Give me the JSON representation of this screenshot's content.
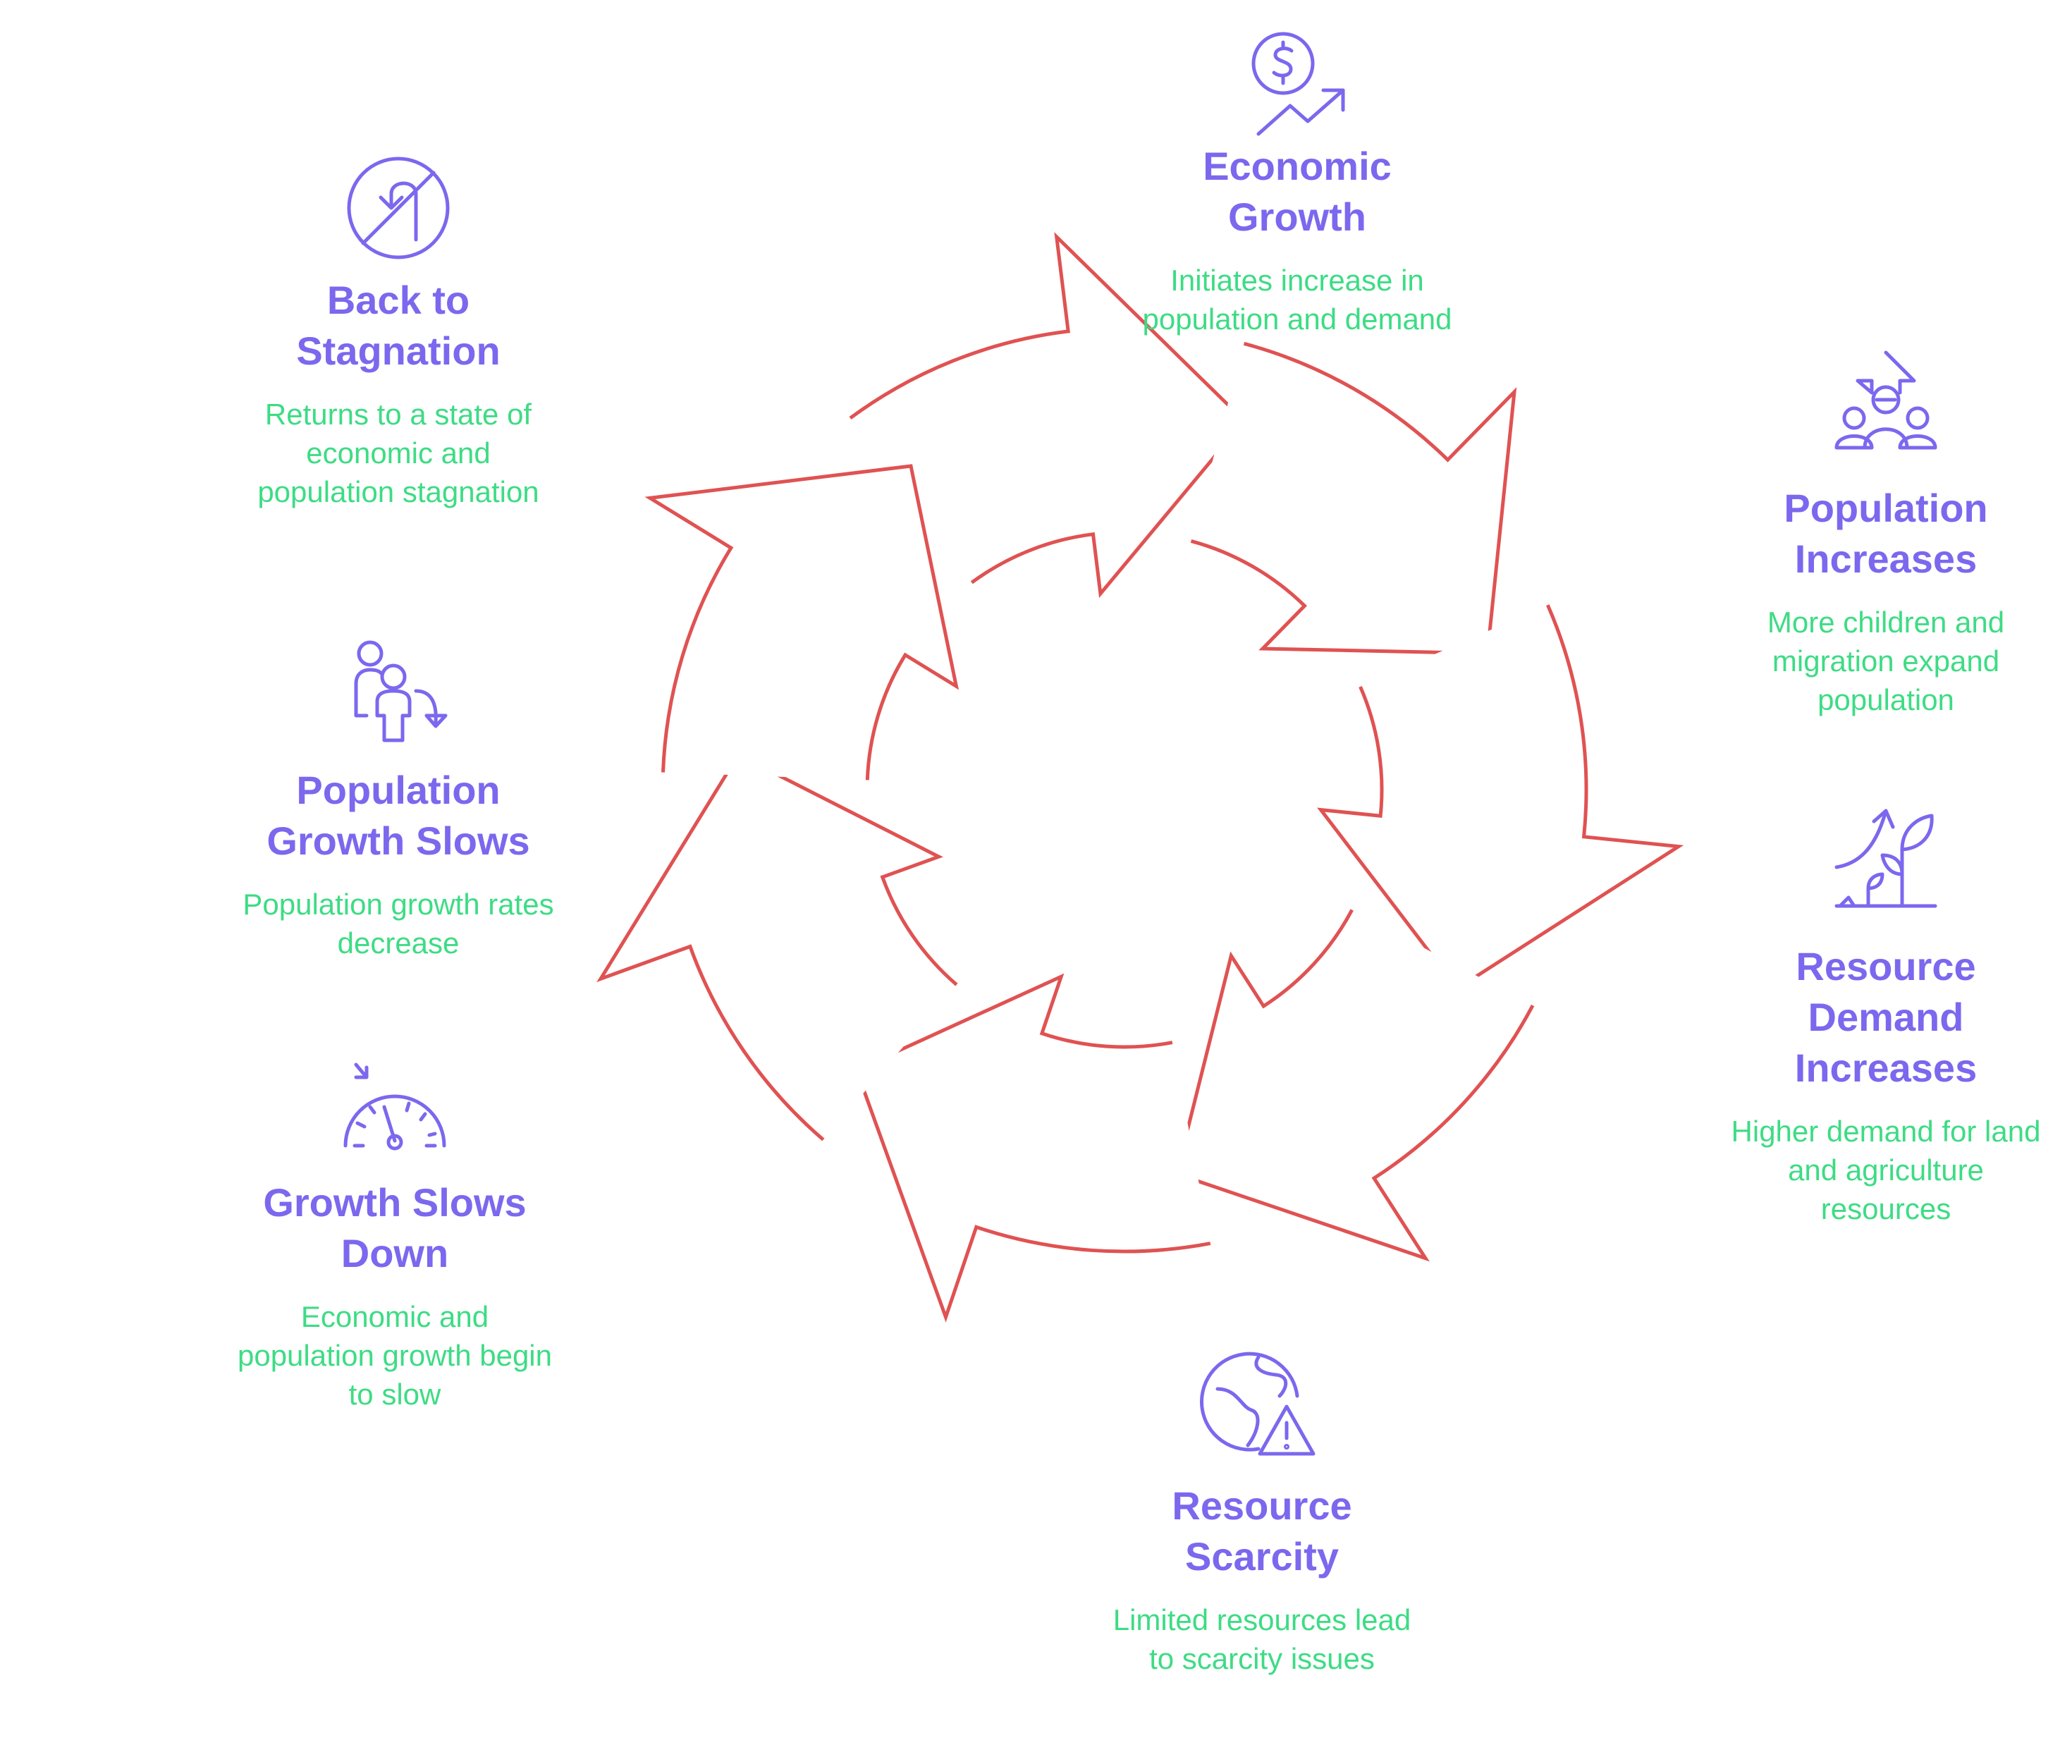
{
  "colors": {
    "ring": "#e05252",
    "title": "#7b68ee",
    "description": "#3ddc84",
    "icon": "#7b68ee"
  },
  "stages": [
    {
      "id": "economic-growth",
      "icon": "dollar-growth-icon",
      "title": "Economic Growth",
      "description": "Initiates increase in population and demand"
    },
    {
      "id": "population-increases",
      "icon": "population-up-icon",
      "title": "Population Increases",
      "description": "More children and migration expand population"
    },
    {
      "id": "resource-demand-increases",
      "icon": "plant-growth-icon",
      "title": "Resource Demand Increases",
      "description": "Higher demand for land and agriculture resources"
    },
    {
      "id": "resource-scarcity",
      "icon": "globe-warning-icon",
      "title": "Resource Scarcity",
      "description": "Limited resources lead to scarcity issues"
    },
    {
      "id": "growth-slows-down",
      "icon": "speedometer-icon",
      "title": "Growth Slows Down",
      "description": "Economic and population growth begin to slow"
    },
    {
      "id": "population-growth-slows",
      "icon": "people-down-icon",
      "title": "Population Growth Slows",
      "description": "Population growth rates decrease"
    },
    {
      "id": "back-to-stagnation",
      "icon": "no-u-turn-icon",
      "title": "Back to Stagnation",
      "description": "Returns to a state of economic and population stagnation"
    }
  ]
}
